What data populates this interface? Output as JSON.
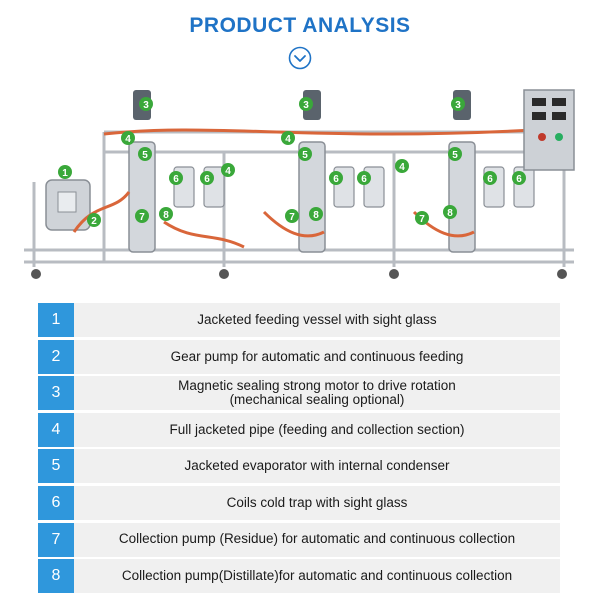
{
  "header": {
    "title": "PRODUCT ANALYSIS"
  },
  "colors": {
    "accent": "#1f73c6",
    "badge": "#2f97dc",
    "row_bg": "#f0f0f0",
    "callout": "#3aa83a"
  },
  "photo": {
    "callout_labels": [
      "1",
      "2",
      "3",
      "4",
      "5",
      "6",
      "7",
      "8"
    ]
  },
  "features": [
    {
      "num": "1",
      "text": "Jacketed feeding vessel with sight glass"
    },
    {
      "num": "2",
      "text": "Gear pump for automatic and continuous feeding"
    },
    {
      "num": "3",
      "text": "Magnetic sealing strong motor to drive rotation\n(mechanical sealing optional)"
    },
    {
      "num": "4",
      "text": "Full jacketed pipe (feeding and collection section)"
    },
    {
      "num": "5",
      "text": "Jacketed evaporator with internal condenser"
    },
    {
      "num": "6",
      "text": "Coils cold trap with sight glass"
    },
    {
      "num": "7",
      "text": "Collection pump (Residue) for automatic and continuous collection"
    },
    {
      "num": "8",
      "text": "Collection pump(Distillate)for automatic and continuous collection"
    }
  ]
}
